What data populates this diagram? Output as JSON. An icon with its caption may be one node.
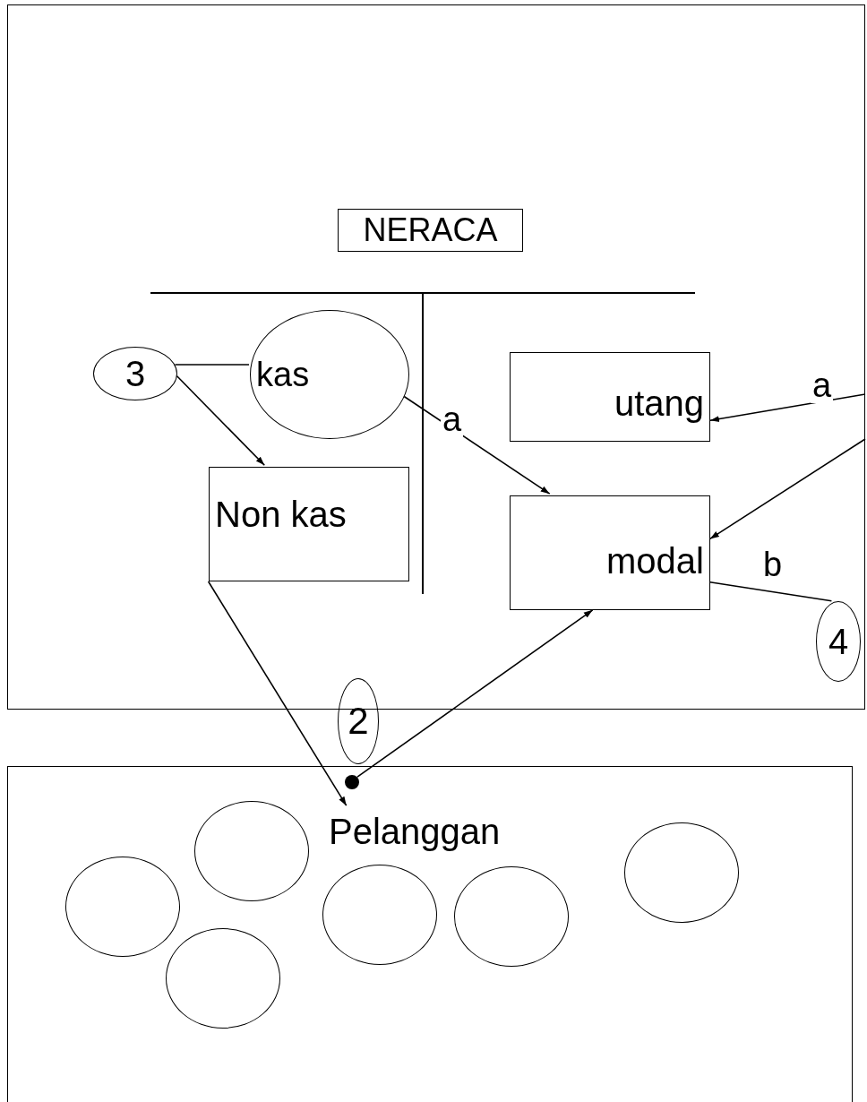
{
  "diagram": {
    "nodes": [
      {
        "text": [],
        "shape": "box"
      },
      {
        "text": [
          "NERACA"
        ],
        "in": 0
      },
      {
        "text": [
          "3"
        ],
        "in": 0
      },
      {
        "text": [
          "kas"
        ],
        "in": 0
      },
      {
        "text": [
          "Non kas"
        ],
        "in": 0
      },
      {
        "text": [
          "utang"
        ],
        "in": 0
      },
      {
        "text": [
          "modal"
        ],
        "in": 0
      },
      {
        "text": [
          "4"
        ],
        "in": 0
      },
      {
        "text": [
          "2"
        ]
      },
      {
        "text": [],
        "shape": "box"
      },
      {
        "text": [
          "Pelanggan"
        ],
        "in": 9
      },
      {
        "text": [],
        "shape": "dot",
        "in": 9
      },
      {
        "text": [],
        "shape": "circle",
        "in": 9
      },
      {
        "text": [],
        "shape": "circle",
        "in": 9
      },
      {
        "text": [],
        "shape": "circle",
        "in": 9
      },
      {
        "text": [],
        "shape": "circle",
        "in": 9
      },
      {
        "text": [],
        "shape": "circle",
        "in": 9
      },
      {
        "text": [],
        "shape": "circle",
        "in": 9
      }
    ],
    "edges": [
      {
        "from": 2,
        "to": 3,
        "arrow": "none"
      },
      {
        "from": 2,
        "to": 4,
        "arrow": "to"
      },
      {
        "from": 3,
        "to": 6,
        "label": "a",
        "arrow": "to"
      },
      {
        "from": null,
        "to": 5,
        "label": "a",
        "arrow": "to"
      },
      {
        "from": null,
        "to": 6,
        "arrow": "to"
      },
      {
        "from": 7,
        "to": 6,
        "label": "b",
        "arrow": "none"
      },
      {
        "from": 4,
        "to": 10,
        "arrow": "to"
      },
      {
        "from": 11,
        "to": 6,
        "arrow": "to"
      }
    ]
  }
}
